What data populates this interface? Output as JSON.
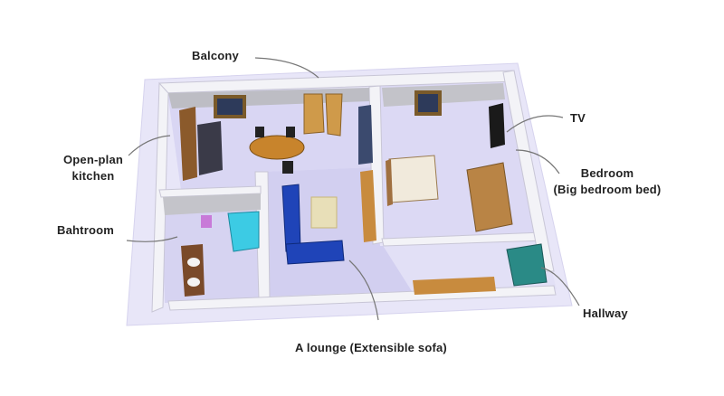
{
  "labels": {
    "balcony": "Balcony",
    "kitchen_line1": "Open-plan",
    "kitchen_line2": "kitchen",
    "bathroom": "Bahtroom",
    "tv": "TV",
    "bedroom_line1": "Bedroom",
    "bedroom_line2": "(Big bedroom bed)",
    "hallway": "Hallway",
    "lounge": "A lounge (Extensible sofa)"
  },
  "colors": {
    "floor": "#dedbf6",
    "floor_base": "#e6e4f7",
    "wall_top": "#f4f4f8",
    "wall_side": "#b9b9bf",
    "sofa": "#1b3fb0",
    "wood": "#a67436",
    "bathtub": "#35c8e0",
    "leader": "#777777"
  },
  "icons": [
    "sofa-icon",
    "bed-icon",
    "table-icon",
    "bathtub-icon",
    "tv-icon",
    "door-icon",
    "window-icon"
  ]
}
